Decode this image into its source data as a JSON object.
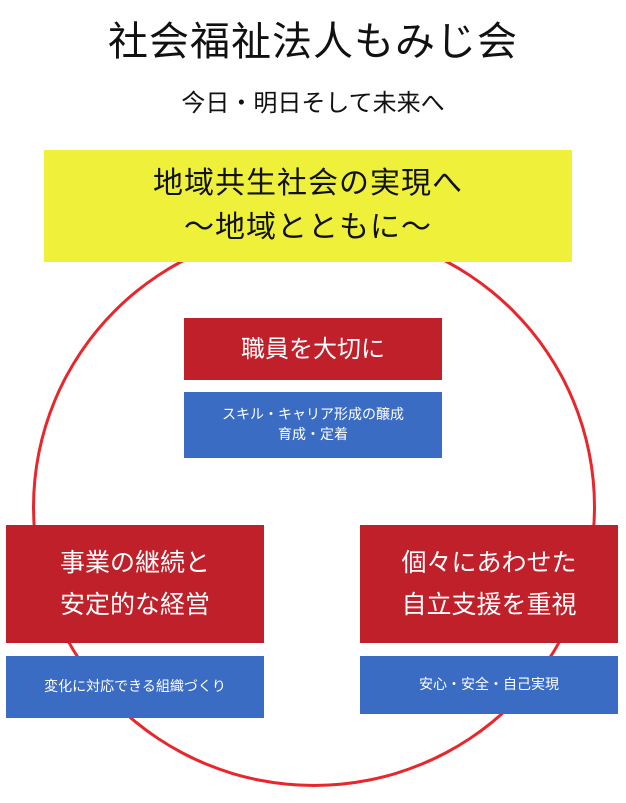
{
  "header": {
    "title": "社会福祉法人もみじ会",
    "subtitle": "今日・明日そして未来へ"
  },
  "banner": {
    "line1": "地域共生社会の実現へ",
    "line2": "〜地域とともに〜"
  },
  "top": {
    "heading": "職員を大切に",
    "detail_line1": "スキル・キャリア形成の醸成",
    "detail_line2": "育成・定着"
  },
  "left": {
    "heading_line1": "事業の継続と",
    "heading_line2": "安定的な経営",
    "detail": "変化に対応できる組織づくり"
  },
  "right": {
    "heading_line1": "個々にあわせた",
    "heading_line2": "自立支援を重視",
    "detail": "安心・安全・自己実現"
  },
  "colors": {
    "banner": "#eef03a",
    "red_box": "#c0202a",
    "blue_box": "#3b6cc4",
    "circle": "#e8262b"
  }
}
